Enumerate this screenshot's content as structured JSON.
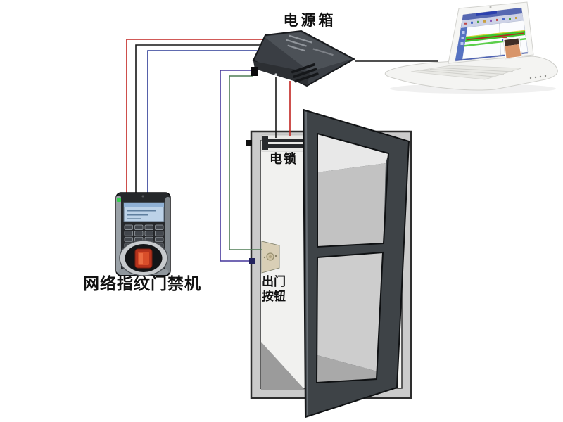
{
  "diagram": {
    "type": "access-control-wiring-diagram",
    "labels": {
      "power_box": "电源箱",
      "electric_lock": "电锁",
      "exit_button_line1": "出门",
      "exit_button_line2": "按钮",
      "fingerprint_reader": "网络指纹门禁机"
    },
    "colors": {
      "wire_red": "#c22420",
      "wire_black": "#161616",
      "wire_blue": "#2c3a96",
      "wire_purple": "#45379b",
      "wire_green": "#4f7d55",
      "door_leaf": "#3e4347",
      "door_frame": "#cbcbcb",
      "glass_upper": "#e8e8e8",
      "glass_lower": "#c2c2c2",
      "power_box_body": "#3a3e44",
      "screen_highlight_green": "#3ec52c",
      "sensor_window": "#d94e2a",
      "exit_button_face": "#d9cfb6"
    }
  }
}
